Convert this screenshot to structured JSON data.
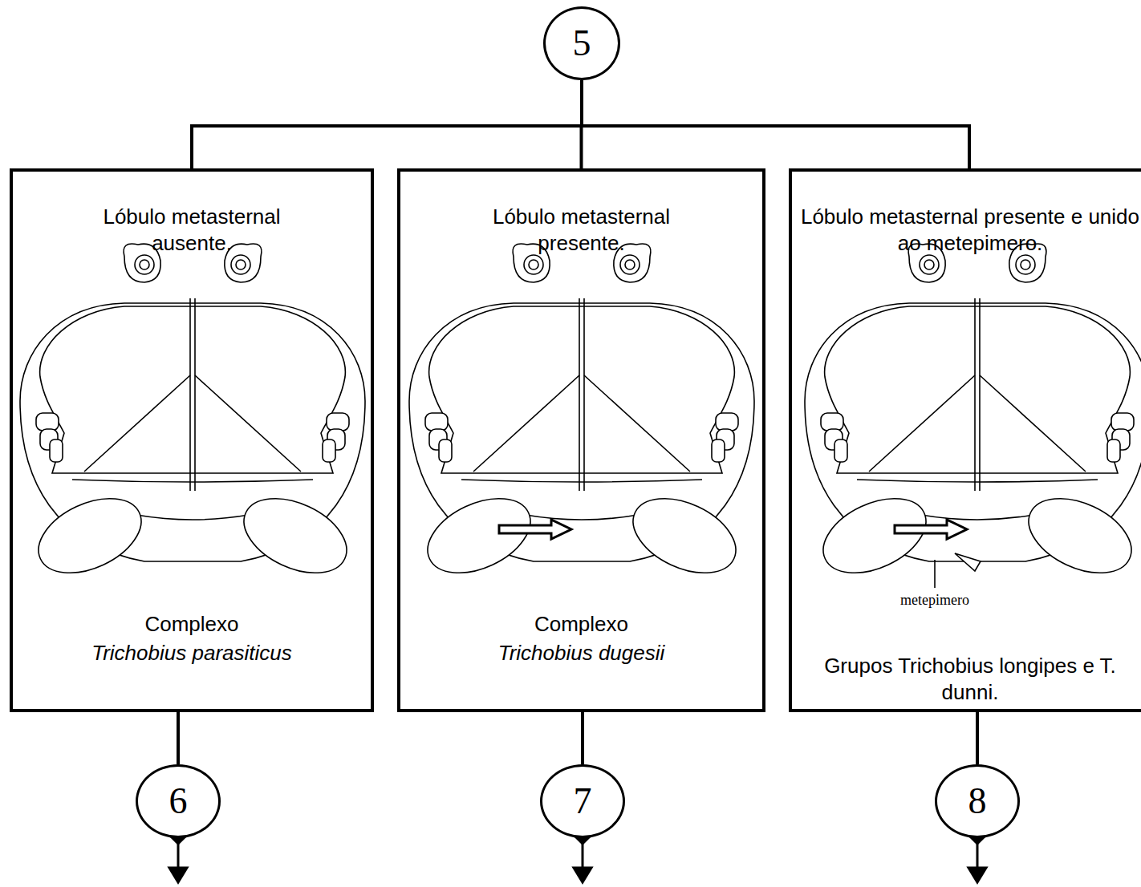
{
  "diagram": {
    "nodes": [
      {
        "text": [
          "5"
        ]
      },
      {
        "text": [
          "Lóbulo metasternal ausente.",
          "Complexo",
          "Trichobius parasiticus"
        ]
      },
      {
        "text": [
          "Lóbulo metasternal presente.",
          "Complexo",
          "Trichobius dugesii"
        ]
      },
      {
        "text": [
          "Lóbulo metasternal presente e unido ao metepimero.",
          "Grupos Trichobius longipes e T. dunni."
        ]
      },
      {
        "text": [
          "6"
        ]
      },
      {
        "text": [
          "7"
        ]
      },
      {
        "text": [
          "8"
        ]
      }
    ],
    "edges": [
      {
        "from": 0,
        "to": 1,
        "arrow": "none"
      },
      {
        "from": 0,
        "to": 2,
        "arrow": "none"
      },
      {
        "from": 0,
        "to": 3,
        "arrow": "none"
      },
      {
        "from": 1,
        "to": 4,
        "arrow": "none"
      },
      {
        "from": 2,
        "to": 5,
        "arrow": "none"
      },
      {
        "from": 3,
        "to": 6,
        "arrow": "none"
      }
    ],
    "labels": [
      "metepimero"
    ]
  }
}
